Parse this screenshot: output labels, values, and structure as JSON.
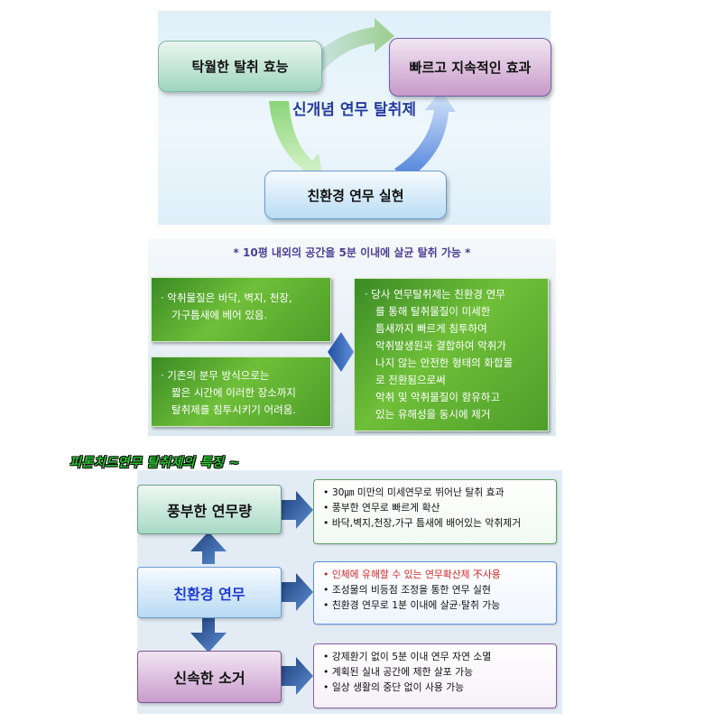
{
  "panel1": {
    "center": "신개념 연무 탈취제",
    "left": "탁월한 탈취 효능",
    "right": "빠르고 지속적인 효과",
    "bottom": "친환경 연무 실현"
  },
  "panel2": {
    "title": "* 10평 내외의 공간을 5분 이내에 살균 탈취 가능 *",
    "box_a": [
      "· 악취물질은 바닥, 벽지, 천장,",
      "가구틈새에 베어 있음."
    ],
    "box_b": [
      "· 기존의 분무 방식으로는",
      "짧은 시간에 이러한 장소까지",
      "탈취제를 침투시키기 어려움."
    ],
    "box_c": [
      "· 당사 연무탈취제는 친환경 연무",
      "를 통해 탈취물질이 미세한",
      "틈새까지 빠르게 침투하여",
      "악취발생원과 결합하여 악취가",
      "나지 않는 안전한 형태의 화합물",
      "로 전환됨으로써",
      "악취 및 악취물질이 함유하고",
      "있는 유해성을 동시에 제거"
    ]
  },
  "features_title": "피톤치드연무 탈취제의 특징 ~",
  "panel3": {
    "rows": [
      {
        "label": "풍부한 연무량",
        "items": [
          "30㎛ 미만의 미세연무로 뛰어난 탈취 효과",
          "풍부한 연무로 빠르게 확산",
          "바닥,벽지,천장,가구 틈새에 배어있는 악취제거"
        ]
      },
      {
        "label": "친환경 연무",
        "items": [
          "인체에 유해할 수 있는 연무확산제 不사용",
          "조성물의 비등점 조정을 통한 연무 실현",
          "친환경 연무로 1분 이내에 살균·탈취 가능"
        ]
      },
      {
        "label": "신속한 소거",
        "items": [
          "강제환기 없이 5분 이내 연무 자연 소멸",
          "계획된 실내 공간에 제한 살포 가능",
          "일상 생활의 중단 없이 사용 가능"
        ]
      }
    ]
  },
  "colors": {
    "title_blue": "#233b9e",
    "green_box": "#4d9d2a",
    "highlight_red": "#d52424",
    "feature_heading": "#2fc536"
  }
}
